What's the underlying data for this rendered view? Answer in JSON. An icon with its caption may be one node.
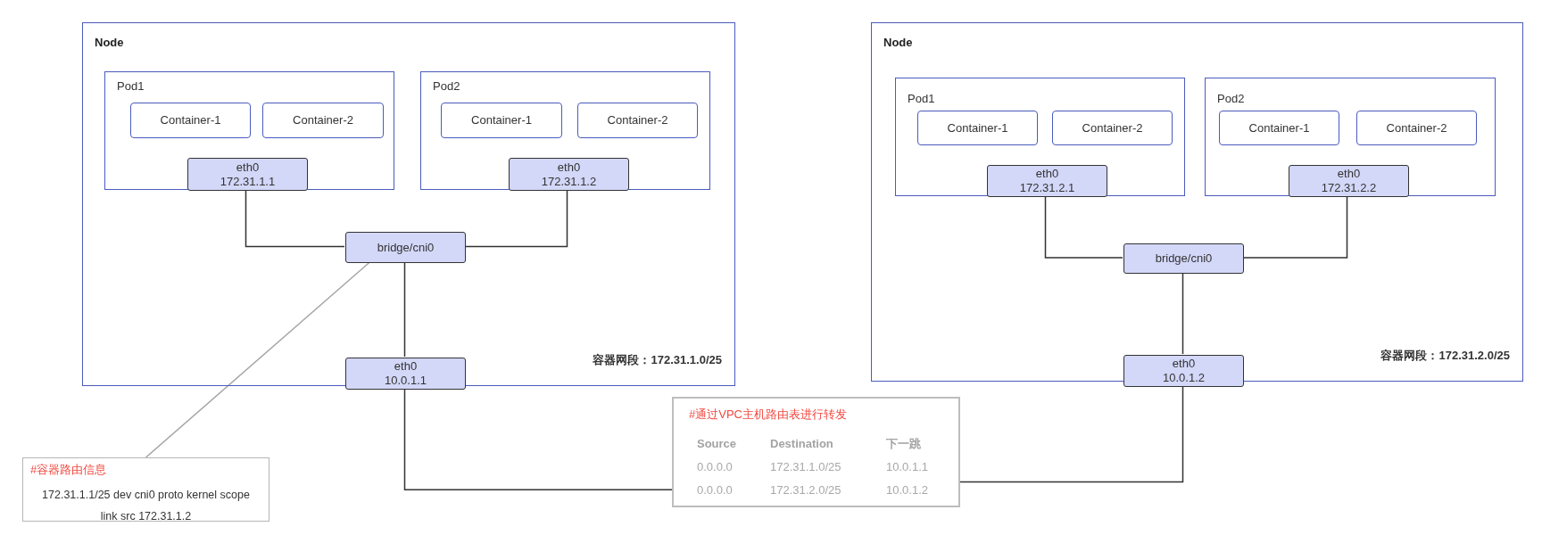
{
  "diagram": {
    "nodes": [
      {
        "text": [
          "Node",
          "容器网段：172.31.1.0/25"
        ]
      },
      {
        "text": [
          "Pod1"
        ],
        "in": 0
      },
      {
        "text": [
          "Container-1"
        ],
        "in": 1
      },
      {
        "text": [
          "Container-2"
        ],
        "in": 1
      },
      {
        "text": [
          "eth0",
          "172.31.1.1"
        ],
        "in": 1
      },
      {
        "text": [
          "Pod2"
        ],
        "in": 0
      },
      {
        "text": [
          "Container-1"
        ],
        "in": 5
      },
      {
        "text": [
          "Container-2"
        ],
        "in": 5
      },
      {
        "text": [
          "eth0",
          "172.31.1.2"
        ],
        "in": 5
      },
      {
        "text": [
          "bridge/cni0"
        ],
        "in": 0
      },
      {
        "text": [
          "eth0",
          "10.0.1.1"
        ],
        "in": 0
      },
      {
        "text": [
          "Node",
          "容器网段：172.31.2.0/25"
        ]
      },
      {
        "text": [
          "Pod1"
        ],
        "in": 11
      },
      {
        "text": [
          "Container-1"
        ],
        "in": 12
      },
      {
        "text": [
          "Container-2"
        ],
        "in": 12
      },
      {
        "text": [
          "eth0",
          "172.31.2.1"
        ],
        "in": 12
      },
      {
        "text": [
          "Pod2"
        ],
        "in": 11
      },
      {
        "text": [
          "Container-1"
        ],
        "in": 16
      },
      {
        "text": [
          "Container-2"
        ],
        "in": 16
      },
      {
        "text": [
          "eth0",
          "172.31.2.2"
        ],
        "in": 16
      },
      {
        "text": [
          "bridge/cni0"
        ],
        "in": 11
      },
      {
        "text": [
          "eth0",
          "10.0.1.2"
        ],
        "in": 11
      },
      {
        "text": [
          "#通过VPC主机路由表进行转发",
          "Source",
          "Destination",
          "下一跳",
          "0.0.0.0",
          "172.31.1.0/25",
          "10.0.1.1",
          "0.0.0.0",
          "172.31.2.0/25",
          "10.0.1.2"
        ]
      },
      {
        "text": [
          "#容器路由信息",
          "172.31.1.1/25 dev cni0 proto kernel scope link src 172.31.1.2"
        ]
      }
    ],
    "edges": [
      {
        "from": 4,
        "to": 9,
        "arrow": "none"
      },
      {
        "from": 8,
        "to": 9,
        "arrow": "none"
      },
      {
        "from": 9,
        "to": 10,
        "arrow": "none"
      },
      {
        "from": 15,
        "to": 20,
        "arrow": "none"
      },
      {
        "from": 19,
        "to": 20,
        "arrow": "none"
      },
      {
        "from": 20,
        "to": 21,
        "arrow": "none"
      },
      {
        "from": 10,
        "to": 22,
        "arrow": "none"
      },
      {
        "from": 21,
        "to": 22,
        "arrow": "none"
      },
      {
        "from": 23,
        "to": 9,
        "arrow": "none",
        "color": "#a6a6a6"
      }
    ]
  }
}
